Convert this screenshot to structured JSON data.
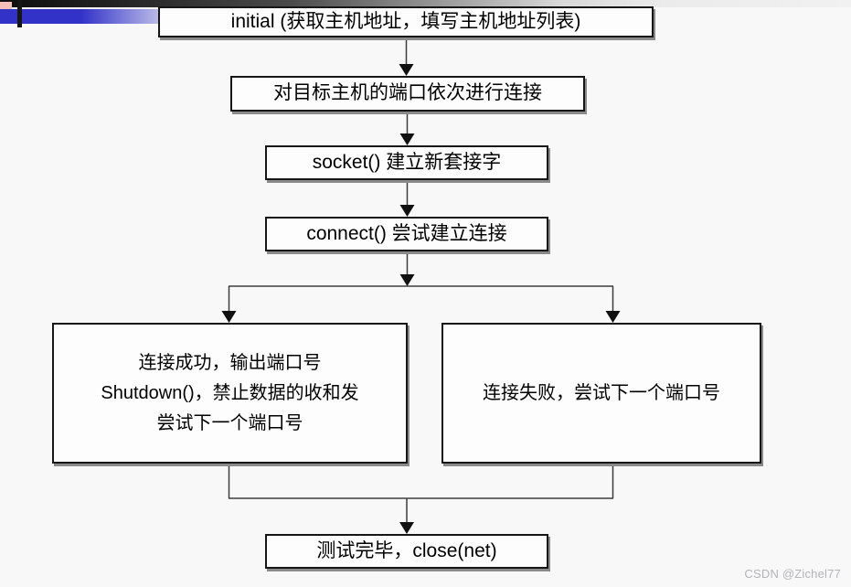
{
  "decorations": {
    "accent_blue": "#3232c8",
    "accent_pink": "#f5beb8",
    "tick_black": "#161616",
    "top_bar_left": "#0d0d0d",
    "top_bar_right": "#f1f1f1"
  },
  "watermark": {
    "text": "CSDN @Zichel77",
    "color": "#b3b3b9"
  },
  "flowchart": {
    "nodes": {
      "initial": {
        "label": "initial (获取主机地址，填写主机地址列表)"
      },
      "ports": {
        "label": "对目标主机的端口依次进行连接"
      },
      "socket": {
        "label": "socket() 建立新套接字"
      },
      "connect": {
        "label": "connect() 尝试建立连接"
      },
      "success": {
        "lines": [
          "连接成功，输出端口号",
          "Shutdown()，禁止数据的收和发",
          "尝试下一个端口号"
        ]
      },
      "failure": {
        "label": "连接失败，尝试下一个端口号"
      },
      "done": {
        "label": "测试完毕，close(net)"
      }
    },
    "edges": [
      {
        "from": "initial",
        "to": "ports"
      },
      {
        "from": "ports",
        "to": "socket"
      },
      {
        "from": "socket",
        "to": "connect"
      },
      {
        "from": "connect",
        "to": "success"
      },
      {
        "from": "connect",
        "to": "failure"
      },
      {
        "from": "success",
        "to": "done"
      },
      {
        "from": "failure",
        "to": "done"
      }
    ]
  }
}
